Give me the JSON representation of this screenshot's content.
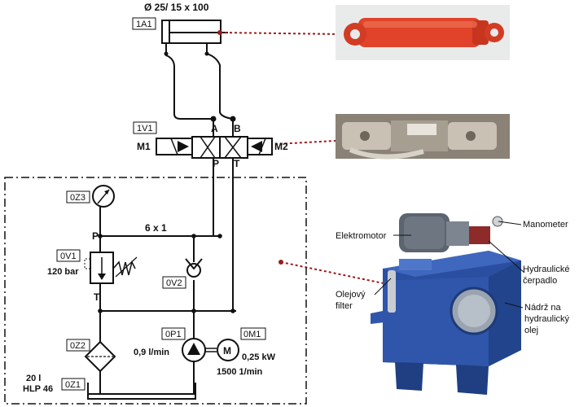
{
  "cylinder": {
    "id": "1A1",
    "spec": "Ø 25/ 15 x 100"
  },
  "valve": {
    "id": "1V1",
    "port_a": "A",
    "port_b": "B",
    "port_p": "P",
    "port_t": "T",
    "m1": "M1",
    "m2": "M2"
  },
  "circuit": {
    "gauge": {
      "id": "0Z3"
    },
    "relief": {
      "id": "0V1",
      "setting": "120 bar",
      "port_p": "P",
      "port_t": "T"
    },
    "check": {
      "id": "0V2"
    },
    "line": {
      "label": "6 x 1"
    },
    "filter": {
      "id": "0Z2"
    },
    "tank": {
      "id": "0Z1",
      "volume": "20 l",
      "oil": "HLP 46"
    },
    "pump": {
      "id": "0P1",
      "flow": "0,9 l/min"
    },
    "motor": {
      "id": "0M1",
      "power": "0,25 kW",
      "speed": "1500 1/min",
      "symbol": "M"
    }
  },
  "photo_labels": {
    "elektromotor": "Elektromotor",
    "manometer": "Manometer",
    "pump_line1": "Hydraulické",
    "pump_line2": "čerpadlo",
    "filter_line1": "Olejový",
    "filter_line2": "filter",
    "tank_line1": "Nádrž na",
    "tank_line2": "hydraulický",
    "tank_line3": "olej"
  },
  "colors": {
    "cylinder_photo": "#e0432a",
    "power_unit_photo": "#2a4fa0",
    "leader_line": "#9b1b1b"
  }
}
